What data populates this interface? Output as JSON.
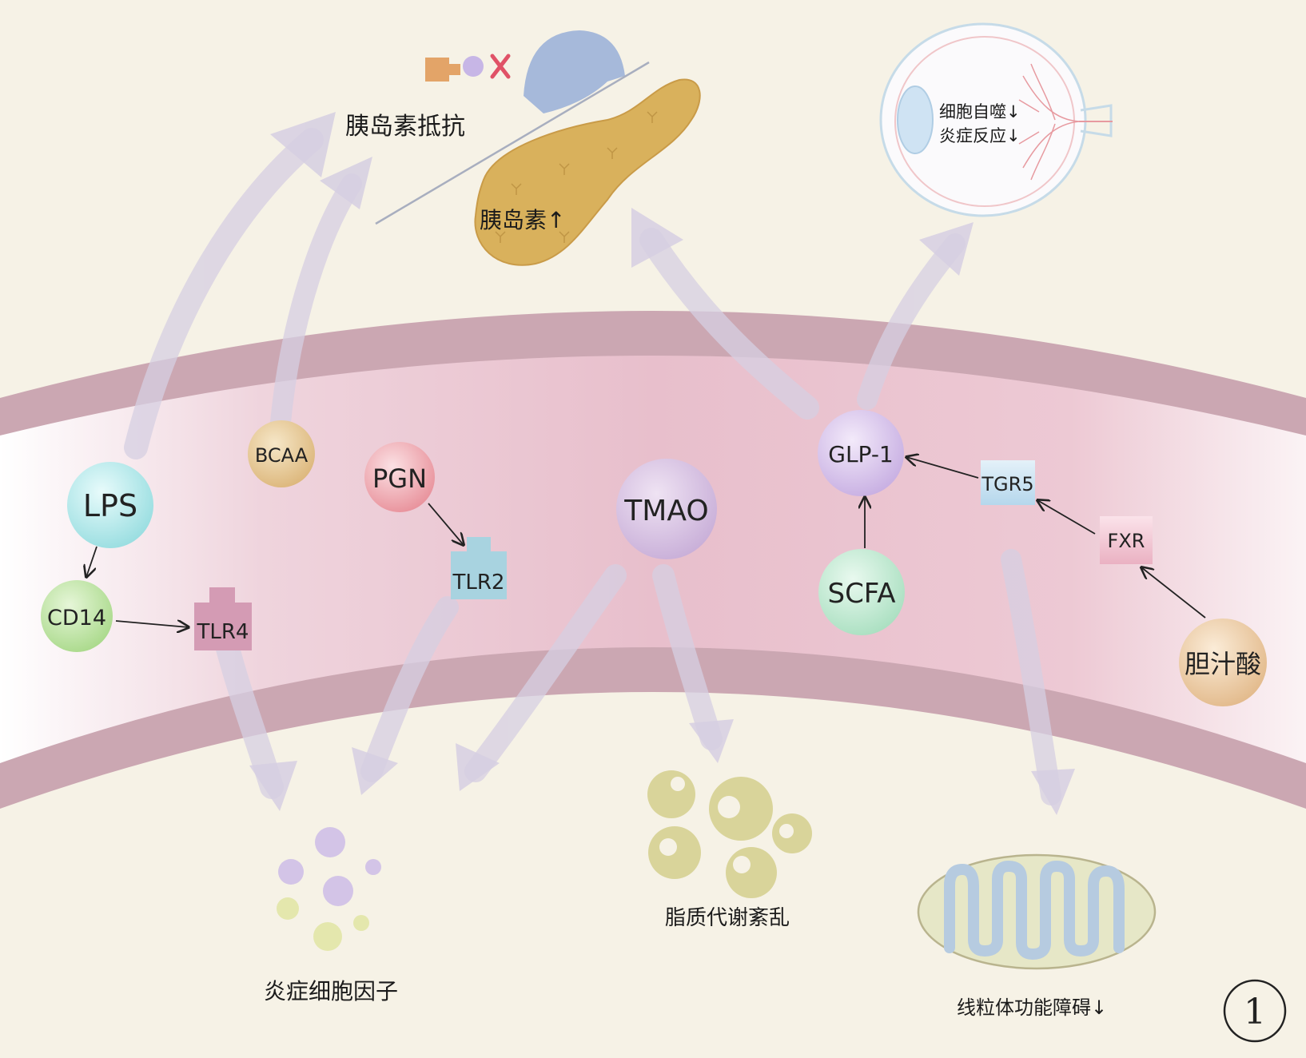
{
  "nodes": {
    "lps": "LPS",
    "cd14": "CD14",
    "tlr4": "TLR4",
    "bcaa": "BCAA",
    "pgn": "PGN",
    "tlr2": "TLR2",
    "tmao": "TMAO",
    "glp1": "GLP-1",
    "scfa": "SCFA",
    "tgr5": "TGR5",
    "fxr": "FXR",
    "bile_acid": "胆汁酸"
  },
  "labels": {
    "insulin_resistance": "胰岛素抵抗",
    "insulin_up": "胰岛素↑",
    "eye_line1": "细胞自噬↓",
    "eye_line2": "炎症反应↓",
    "inflammatory_cytokines": "炎症细胞因子",
    "lipid_disorder": "脂质代谢紊乱",
    "mitochondria": "线粒体功能障碍↓",
    "figure_number": "1"
  },
  "colors": {
    "background": "#f6f2e6",
    "vessel_wall": "#cba7b2",
    "vessel_lumen": "#ecc6d2",
    "flow_arrow": "#d9d2e4",
    "pancreas": "#d9b15c",
    "lipid_droplet": "#d9d49a"
  }
}
